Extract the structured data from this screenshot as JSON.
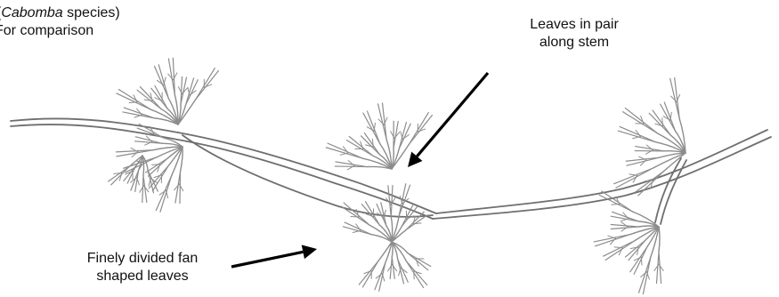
{
  "caption": {
    "line1_prefix": "(",
    "line1_italic": "Cabomba",
    "line1_suffix": " species)",
    "line2": "For comparison"
  },
  "labels": {
    "leaves_pair_line1": "Leaves in pair",
    "leaves_pair_line2": "along stem",
    "fan_line1": "Finely divided fan",
    "fan_line2": "shaped leaves"
  },
  "colors": {
    "stem": "#8c8c8c",
    "stem_dark": "#6f6f6f",
    "arrow": "#000000",
    "text": "#111111"
  }
}
